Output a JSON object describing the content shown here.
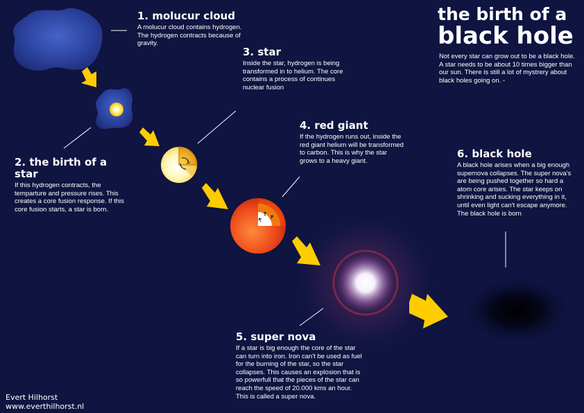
{
  "title": {
    "line1": "the birth of a",
    "line2": "black hole"
  },
  "intro": "Not every star can grow out to be a black hole. A star needs to be about 10 times bigger than our sun. There is still a lot of mystrery about black holes going on. -",
  "stages": [
    {
      "heading": "1. molucur cloud",
      "text": "A molucur cloud contains hydrogen. The hydrogen contracts because of gravity."
    },
    {
      "heading": "2. the birth of a star",
      "text": "If this hydrogen contracts, the temparture and pressure rises. This creates a core fusion response. If this core fusion starts, a star is born."
    },
    {
      "heading": "3. star",
      "text": "Inside the star, hydrogen is being transformed in to helium. The core contains a process of continues nuclear fusion"
    },
    {
      "heading": "4. red giant",
      "text": "If the hydrogen runs out, inside the red giant helium will be transformed to carbon. This is why the star grows to a heavy giant."
    },
    {
      "heading": "5. super nova",
      "text": "If a star is big enough the core of the star can turn into iron. Iron can't be used as fuel for the burning of the star, so the star collapses. This causes an explosion that is so powerfull that the pieces of the star can reach the speed of 20.000 kms an hour. This is called a super nova."
    },
    {
      "heading": "6. black hole",
      "text": "A black hole arises when a big enough supernova collapses. The super nova's are being pushed together so hard a atom core arises. The star keeps on shrinking and sucking everything in it, until even light can't escape anymore. The black hole is born"
    }
  ],
  "credits": {
    "author": "Evert Hilhorst",
    "website": "www.everthilhorst.nl"
  },
  "colors": {
    "background": "#0f1440",
    "arrow": "#ffcc00",
    "cloud": "#2a3f9a",
    "red_giant": "#e8401a",
    "text": "#ffffff"
  }
}
